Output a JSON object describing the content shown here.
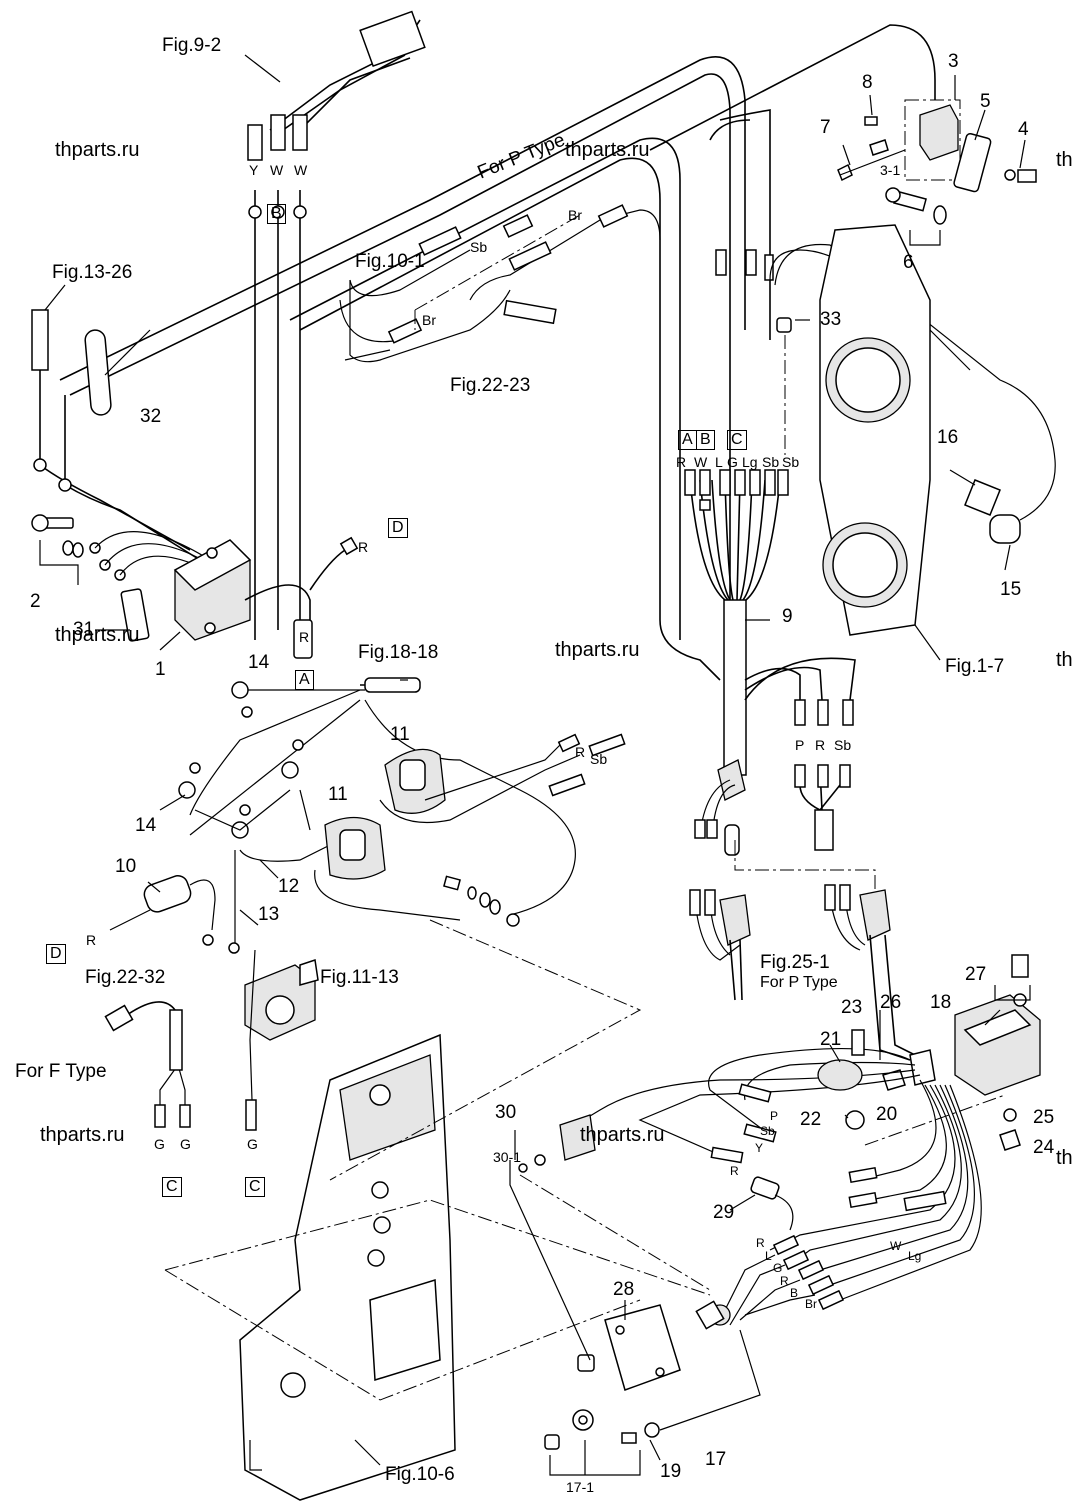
{
  "watermark": "thparts.ru",
  "watermark_fragment": "th",
  "refs": {
    "fig_9_2": "Fig.9-2",
    "fig_13_26": "Fig.13-26",
    "fig_10_1": "Fig.10-1",
    "fig_22_23": "Fig.22-23",
    "fig_18_18": "Fig.18-18",
    "fig_1_7": "Fig.1-7",
    "fig_11_13": "Fig.11-13",
    "fig_22_32": "Fig.22-32",
    "fig_25_1": "Fig.25-1",
    "fig_10_6": "Fig.10-6",
    "for_p_type": "For P Type",
    "for_p_type_2": "For P Type",
    "for_f_type": "For F Type"
  },
  "parts": {
    "p1": "1",
    "p2": "2",
    "p3": "3",
    "p3_1": "3-1",
    "p4": "4",
    "p5": "5",
    "p6": "6",
    "p7": "7",
    "p8": "8",
    "p9": "9",
    "p10": "10",
    "p11a": "11",
    "p11b": "11",
    "p12": "12",
    "p13": "13",
    "p14a": "14",
    "p14b": "14",
    "p15": "15",
    "p16": "16",
    "p17": "17",
    "p17_1": "17-1",
    "p18": "18",
    "p19": "19",
    "p20": "20",
    "p21": "21",
    "p22": "22",
    "p23": "23",
    "p24": "24",
    "p25": "25",
    "p26": "26",
    "p27": "27",
    "p28": "28",
    "p29": "29",
    "p30": "30",
    "p30_1": "30-1",
    "p31": "31",
    "p32": "32",
    "p33": "33"
  },
  "wires": {
    "y": "Y",
    "w1": "W",
    "w2": "W",
    "sb1": "Sb",
    "br1": "Br",
    "br2": "Br",
    "r_a": "R",
    "r_d": "R",
    "r_top": "R",
    "harness_r": "R",
    "harness_w": "W",
    "harness_l": "L",
    "harness_g": "G",
    "harness_lg": "Lg",
    "harness_sb1": "Sb",
    "harness_sb2": "Sb",
    "p_r": "R",
    "p_p": "P",
    "p_sb": "Sb",
    "coil_r": "R",
    "coil_sb": "Sb",
    "g1": "G",
    "g2": "G",
    "g3": "G",
    "sw_p": "P",
    "sw_sb": "Sb",
    "sw_y": "Y",
    "sw_r": "R",
    "c17_r": "R",
    "c17_l": "L",
    "c17_g": "G",
    "c17_r2": "R",
    "c17_b": "B",
    "c17_br": "Br",
    "c17_w": "W",
    "c17_lg": "Lg"
  },
  "boxes": {
    "a1": "A",
    "a2": "A",
    "b1": "B",
    "b2": "B",
    "c1": "C",
    "c2": "C",
    "c3": "C",
    "d1": "D",
    "d2": "D"
  }
}
